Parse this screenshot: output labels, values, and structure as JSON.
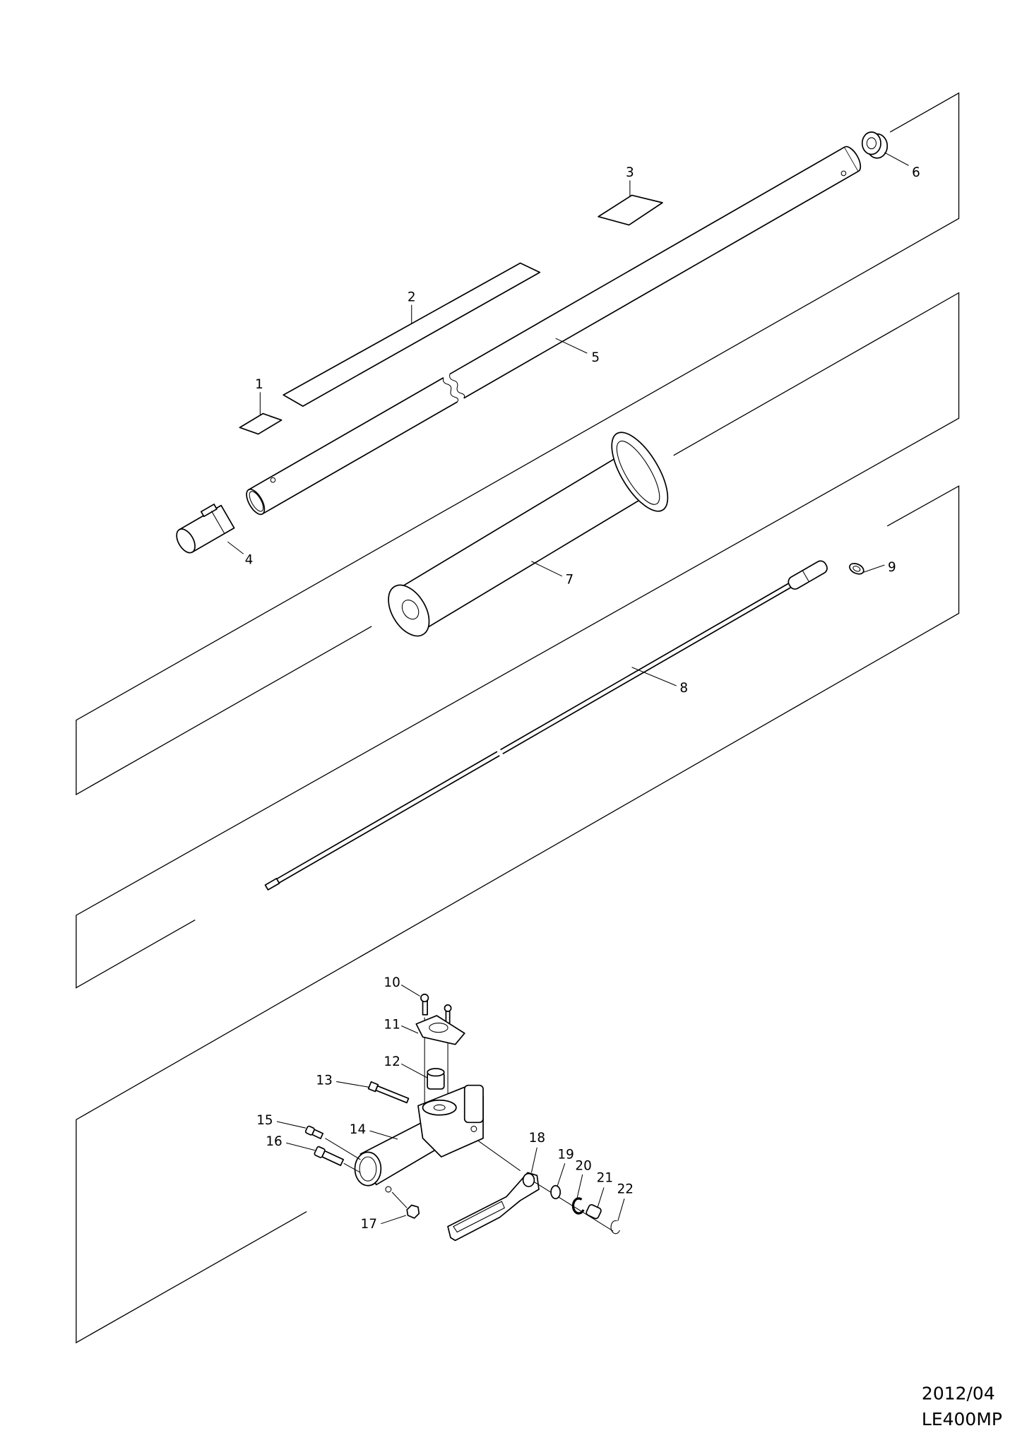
{
  "callouts": [
    "1",
    "2",
    "3",
    "4",
    "5",
    "6",
    "7",
    "8",
    "9",
    "10",
    "11",
    "12",
    "13",
    "14",
    "15",
    "16",
    "17",
    "18",
    "19",
    "20",
    "21",
    "22"
  ],
  "footer": {
    "date": "2012/04",
    "model": "LE400MP"
  }
}
